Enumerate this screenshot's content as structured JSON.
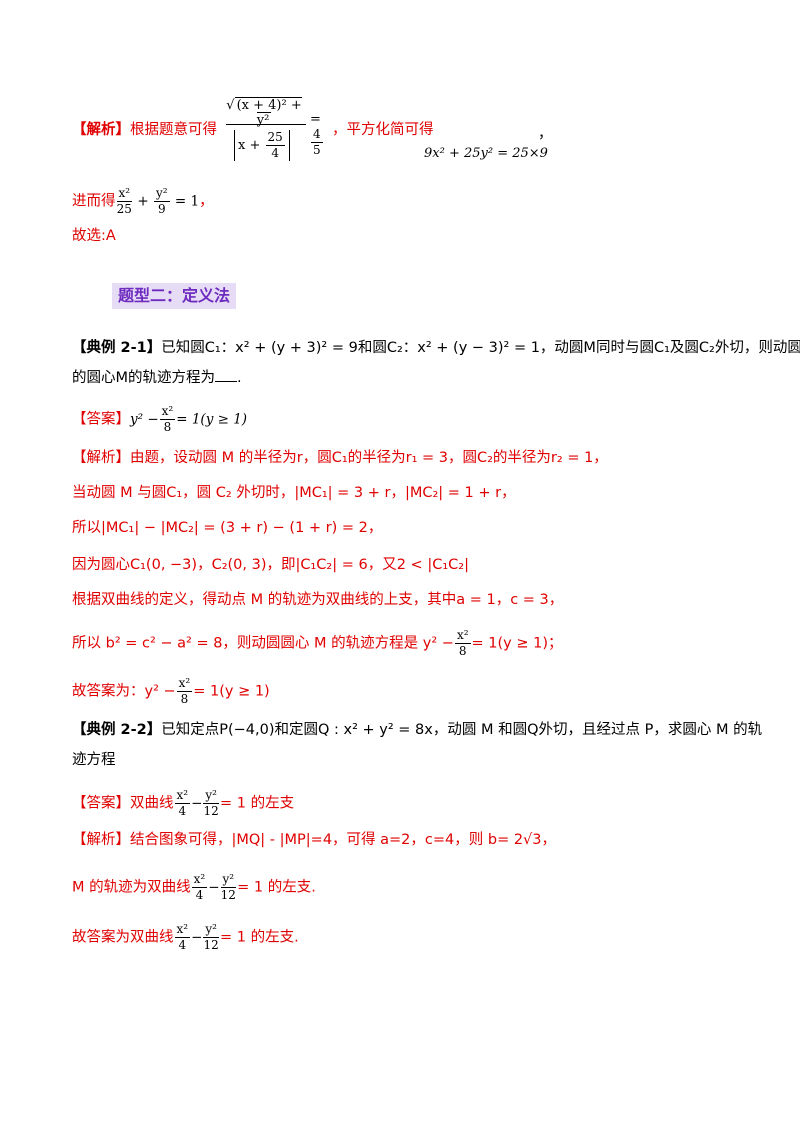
{
  "part1": {
    "jiexi_tag": "【解析】",
    "jiexi_text": "根据题意可得",
    "sqrt_inner": "(x + 4)² + y²",
    "abs_inner_left": "x +",
    "abs_frac_num": "25",
    "abs_frac_den": "4",
    "eq_frac_num": "4",
    "eq_frac_den": "5",
    "simplify_text": "，平方化简可得",
    "comma": "，",
    "equation": "9x² + 25y² = 25×9",
    "jinerde": "进而得",
    "ellipse_a_num": "x²",
    "ellipse_a_den": "25",
    "ellipse_b_num": "y²",
    "ellipse_b_den": "9",
    "ellipse_rhs": " = 1",
    "ellipse_end": "，",
    "gux": "故选:A"
  },
  "heading": "题型二：定义法",
  "ex1": {
    "tag": "【典例 2-1】",
    "q_line1": "已知圆C₁：x² + (y + 3)² = 9和圆C₂：x² + (y − 3)² = 1，动圆M同时与圆C₁及圆C₂外切，则动圆",
    "q_line2": "的圆心M的轨迹方程为",
    "q_line2_end": ".",
    "ans_tag": "【答案】",
    "ans_lhs": "y² −",
    "ans_num": "x²",
    "ans_den": "8",
    "ans_rhs": "= 1(y ≥ 1)",
    "jx_tag": "【解析】",
    "jx1": "由题，设动圆 M 的半径为r，圆C₁的半径为r₁ = 3，圆C₂的半径为r₂ = 1，",
    "jx2": "当动圆 M 与圆C₁，圆 C₂ 外切时，|MC₁| = 3 + r，|MC₂| = 1 + r，",
    "jx3": "所以|MC₁| − |MC₂| = (3 + r) − (1 + r) = 2，",
    "jx4": "因为圆心C₁(0, −3)，C₂(0, 3)，即|C₁C₂| = 6，又2 < |C₁C₂|",
    "jx5": "根据双曲线的定义，得动点 M 的轨迹为双曲线的上支，其中a = 1，c = 3，",
    "jx6a": "所以 b² = c² − a² = 8，则动圆圆心 M 的轨迹方程是 y² −",
    "jx6_num": "x²",
    "jx6_den": "8",
    "jx6b": "= 1(y ≥ 1)；",
    "jx7a": "故答案为：y² −",
    "jx7_num": "x²",
    "jx7_den": "8",
    "jx7b": "= 1(y ≥ 1)"
  },
  "ex2": {
    "tag": "【典例 2-2】",
    "q_line1": "已知定点P(−4,0)和定圆Q : x² + y² = 8x，动圆 M 和圆Q外切，且经过点 P，求圆心 M 的轨",
    "q_line2": "迹方程",
    "ans_tag": "【答案】",
    "ans_pre": "双曲线",
    "ans_num1": "x²",
    "ans_den1": "4",
    "ans_num2": "y²",
    "ans_den2": "12",
    "ans_post": "= 1 的左支",
    "jx_tag": "【解析】",
    "jx1": "结合图象可得，|MQ| - |MP|=4，可得 a=2，c=4，则 b= 2√3，",
    "jx2_pre": "M 的轨迹为双曲线",
    "jx2_post": "= 1 的左支.",
    "jx3_pre": "故答案为双曲线",
    "jx3_post": "= 1 的左支."
  }
}
